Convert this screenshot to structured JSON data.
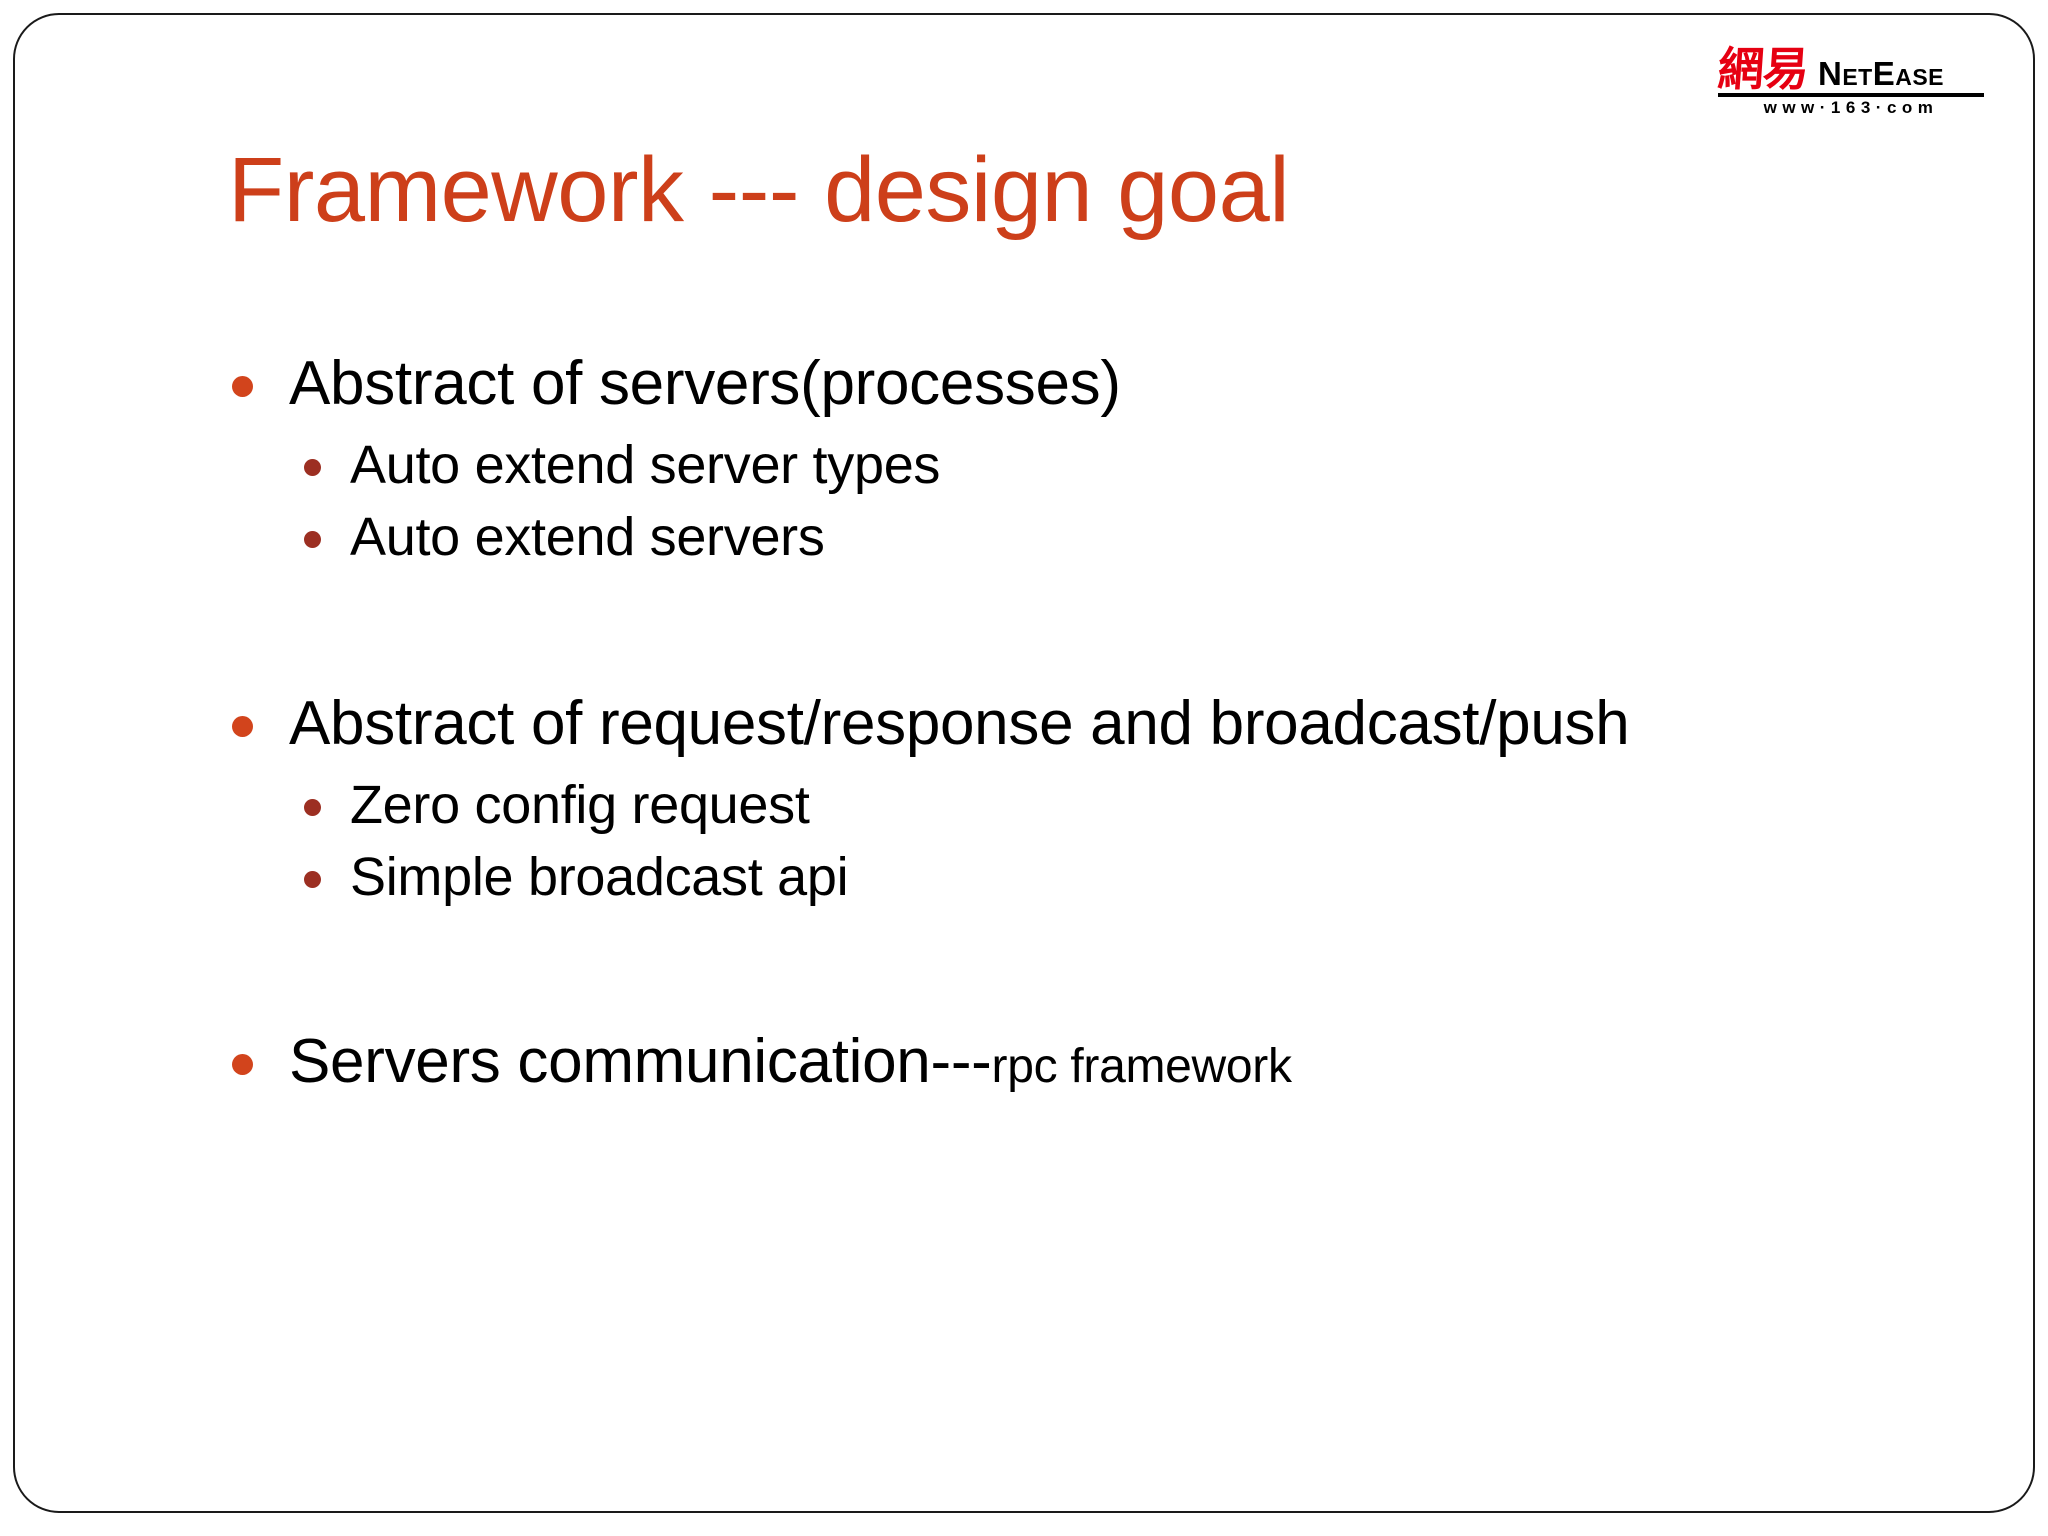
{
  "slide": {
    "title": "Framework --- design goal",
    "title_color": "#cd3f1a",
    "background_color": "#ffffff",
    "border_color": "#1a1a1a"
  },
  "logo": {
    "chinese": "網易",
    "name": "NetEase",
    "url": "www·163·com",
    "chinese_color": "#e60012",
    "text_color": "#000000"
  },
  "bullets": {
    "level1_color": "#d2441c",
    "level2_color": "#9c2f22",
    "groups": [
      {
        "main": "Abstract of servers(processes)",
        "subs": [
          "Auto extend server types",
          "Auto extend servers"
        ]
      },
      {
        "main": "Abstract of request/response and broadcast/push",
        "subs": [
          "Zero config request",
          "Simple broadcast api"
        ]
      },
      {
        "main_prefix": "Servers communication---",
        "main_suffix": "rpc framework",
        "subs": []
      }
    ]
  }
}
